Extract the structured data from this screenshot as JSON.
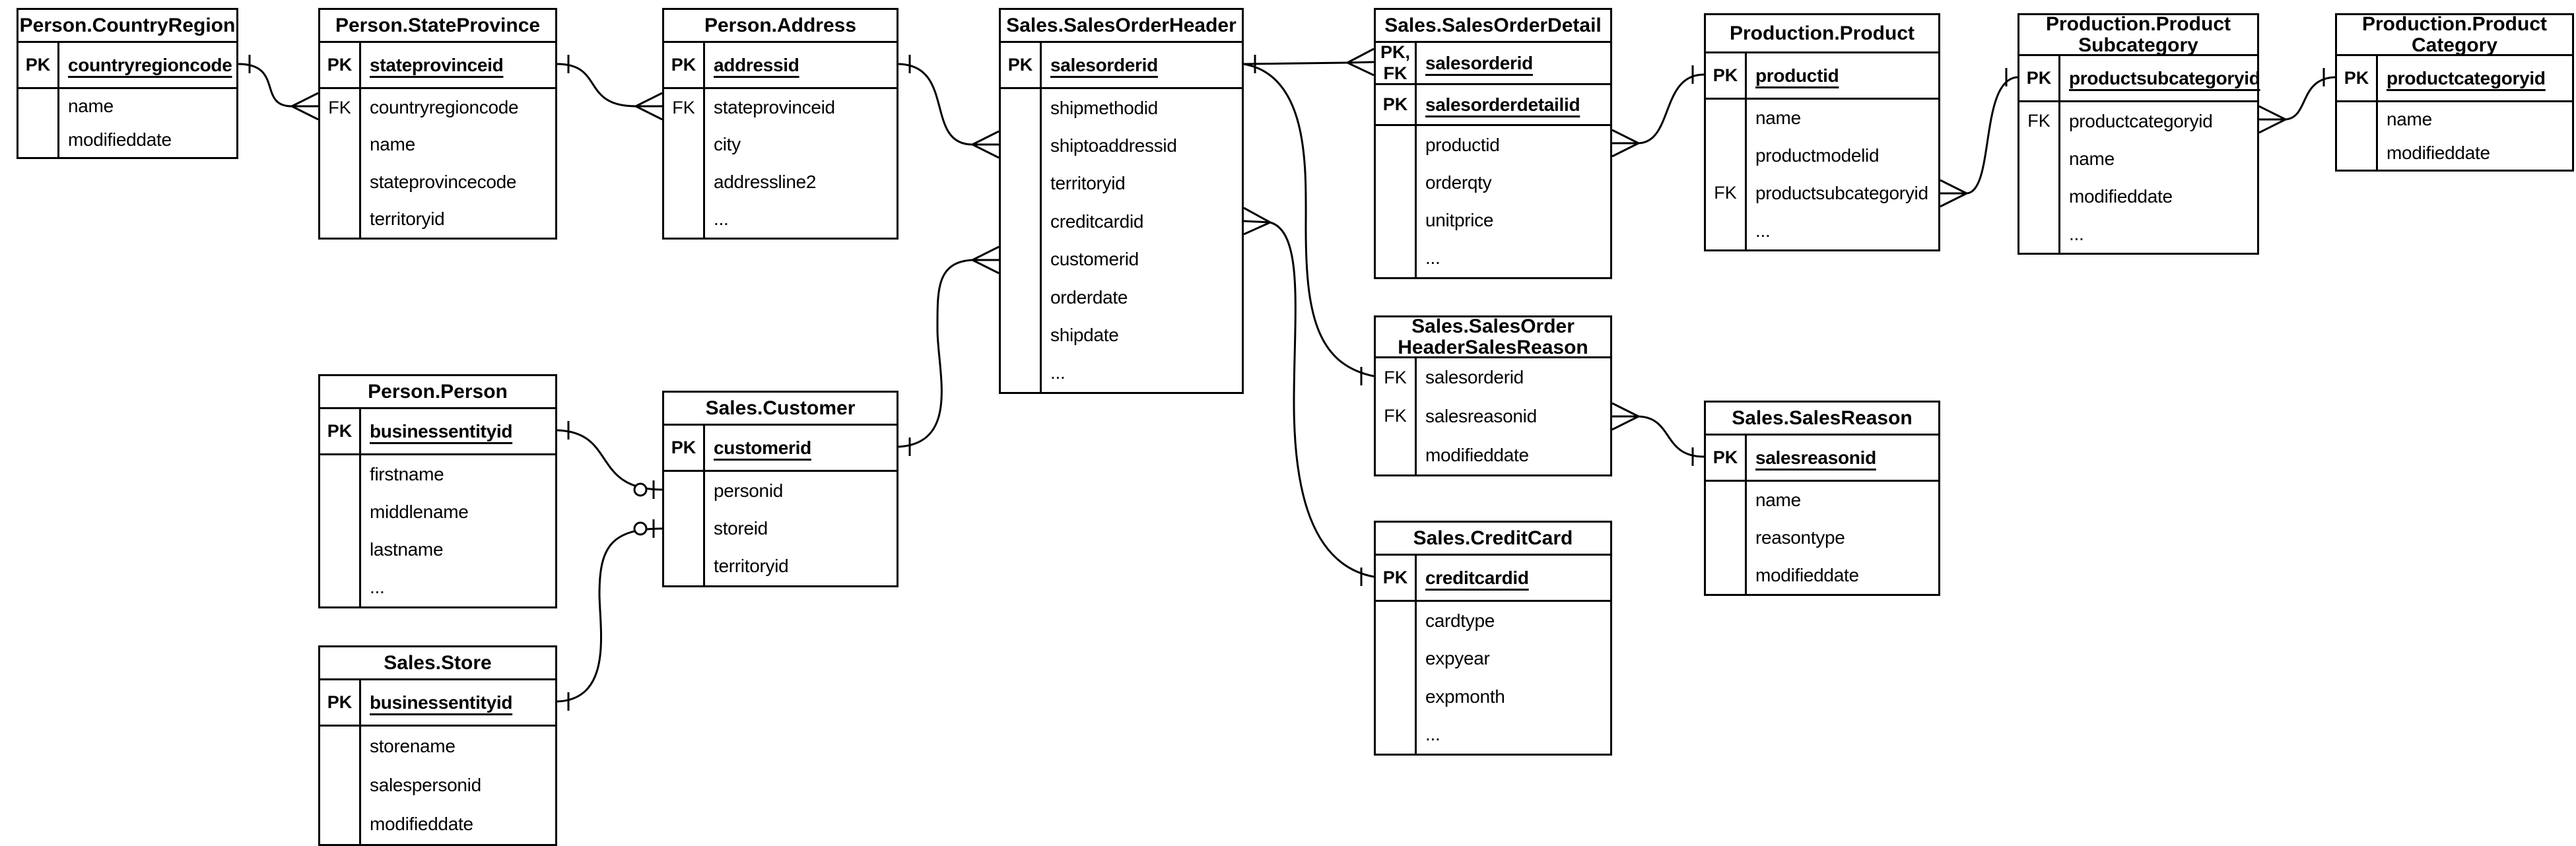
{
  "colors": {
    "background": "#ffffff",
    "line": "#000000",
    "text": "#000000"
  },
  "notation": "crow's-foot ERD",
  "entities": [
    {
      "title_line1": "Person.CountryRegion",
      "rows": [
        {
          "key": "PK",
          "name": "countryregioncode"
        },
        {
          "name": "name"
        },
        {
          "name": "modifieddate"
        }
      ]
    },
    {
      "title_line1": "Person.StateProvince",
      "rows": [
        {
          "key": "PK",
          "name": "stateprovinceid"
        },
        {
          "key": "FK",
          "name": "countryregioncode"
        },
        {
          "name": "name"
        },
        {
          "name": "stateprovincecode"
        },
        {
          "name": "territoryid"
        }
      ]
    },
    {
      "title_line1": "Person.Address",
      "rows": [
        {
          "key": "PK",
          "name": "addressid"
        },
        {
          "key": "FK",
          "name": "stateprovinceid"
        },
        {
          "name": "city"
        },
        {
          "name": "addressline2"
        },
        {
          "name": "..."
        }
      ]
    },
    {
      "title_line1": "Sales.SalesOrderHeader",
      "rows": [
        {
          "key": "PK",
          "name": "salesorderid"
        },
        {
          "name": "shipmethodid"
        },
        {
          "name": "shiptoaddressid"
        },
        {
          "name": "territoryid"
        },
        {
          "name": "creditcardid"
        },
        {
          "name": "customerid"
        },
        {
          "name": "orderdate"
        },
        {
          "name": "shipdate"
        },
        {
          "name": "..."
        }
      ]
    },
    {
      "title_line1": "Sales.SalesOrderDetail",
      "rows": [
        {
          "key": "PK, FK",
          "name": "salesorderid"
        },
        {
          "key": "PK",
          "name": "salesorderdetailid"
        },
        {
          "name": "productid"
        },
        {
          "name": "orderqty"
        },
        {
          "name": "unitprice"
        },
        {
          "name": "..."
        }
      ]
    },
    {
      "title_line1": "Production.Product",
      "rows": [
        {
          "key": "PK",
          "name": "productid"
        },
        {
          "name": "name"
        },
        {
          "name": "productmodelid"
        },
        {
          "key": "FK",
          "name": "productsubcategoryid"
        },
        {
          "name": "..."
        }
      ]
    },
    {
      "title_line1": "Production.Product",
      "title_line2": "Subcategory",
      "rows": [
        {
          "key": "PK",
          "name": "productsubcategoryid"
        },
        {
          "key": "FK",
          "name": "productcategoryid"
        },
        {
          "name": "name"
        },
        {
          "name": "modifieddate"
        },
        {
          "name": "..."
        }
      ]
    },
    {
      "title_line1": "Production.Product",
      "title_line2": "Category",
      "rows": [
        {
          "key": "PK",
          "name": "productcategoryid"
        },
        {
          "name": "name"
        },
        {
          "name": "modifieddate"
        }
      ]
    },
    {
      "title_line1": "Person.Person",
      "rows": [
        {
          "key": "PK",
          "name": "businessentityid"
        },
        {
          "name": "firstname"
        },
        {
          "name": "middlename"
        },
        {
          "name": "lastname"
        },
        {
          "name": "..."
        }
      ]
    },
    {
      "title_line1": "Sales.Customer",
      "rows": [
        {
          "key": "PK",
          "name": "customerid"
        },
        {
          "name": "personid"
        },
        {
          "name": "storeid"
        },
        {
          "name": "territoryid"
        }
      ]
    },
    {
      "title_line1": "Sales.SalesOrder",
      "title_line2": "HeaderSalesReason",
      "rows": [
        {
          "key": "FK",
          "name": "salesorderid"
        },
        {
          "key": "FK",
          "name": "salesreasonid"
        },
        {
          "name": "modifieddate"
        }
      ]
    },
    {
      "title_line1": "Sales.SalesReason",
      "rows": [
        {
          "key": "PK",
          "name": "salesreasonid"
        },
        {
          "name": "name"
        },
        {
          "name": "reasontype"
        },
        {
          "name": "modifieddate"
        }
      ]
    },
    {
      "title_line1": "Sales.Store",
      "rows": [
        {
          "key": "PK",
          "name": "businessentityid"
        },
        {
          "name": "storename"
        },
        {
          "name": "salespersonid"
        },
        {
          "name": "modifieddate"
        }
      ]
    },
    {
      "title_line1": "Sales.CreditCard",
      "rows": [
        {
          "key": "PK",
          "name": "creditcardid"
        },
        {
          "name": "cardtype"
        },
        {
          "name": "expyear"
        },
        {
          "name": "expmonth"
        },
        {
          "name": "..."
        }
      ]
    }
  ],
  "relationships": [
    {
      "from": "Person.CountryRegion.countryregioncode",
      "from_end": "one",
      "to": "Person.StateProvince.countryregioncode",
      "to_end": "many"
    },
    {
      "from": "Person.StateProvince.stateprovinceid",
      "from_end": "one",
      "to": "Person.Address.stateprovinceid",
      "to_end": "many"
    },
    {
      "from": "Person.Address.addressid",
      "from_end": "one",
      "to": "Sales.SalesOrderHeader.shiptoaddressid",
      "to_end": "many"
    },
    {
      "from": "Sales.Customer.customerid",
      "from_end": "one",
      "to": "Sales.SalesOrderHeader.customerid",
      "to_end": "many"
    },
    {
      "from": "Sales.SalesOrderHeader.salesorderid",
      "from_end": "one",
      "to": "Sales.SalesOrderDetail.salesorderid",
      "to_end": "many"
    },
    {
      "from": "Sales.SalesOrderHeader.salesorderid",
      "from_end": "one",
      "to": "Sales.SalesOrderHeaderSalesReason.salesorderid",
      "to_end": "one"
    },
    {
      "from": "Sales.CreditCard.creditcardid",
      "from_end": "one",
      "to": "Sales.SalesOrderHeader.creditcardid",
      "to_end": "many"
    },
    {
      "from": "Production.Product.productid",
      "from_end": "one",
      "to": "Sales.SalesOrderDetail.productid",
      "to_end": "many"
    },
    {
      "from": "Production.ProductSubcategory.productsubcategoryid",
      "from_end": "one",
      "to": "Production.Product.productsubcategoryid",
      "to_end": "many"
    },
    {
      "from": "Production.ProductCategory.productcategoryid",
      "from_end": "one",
      "to": "Production.ProductSubcategory.productcategoryid",
      "to_end": "many"
    },
    {
      "from": "Sales.SalesReason.salesreasonid",
      "from_end": "one",
      "to": "Sales.SalesOrderHeaderSalesReason.salesreasonid",
      "to_end": "many"
    },
    {
      "from": "Person.Person.businessentityid",
      "from_end": "one",
      "to": "Sales.Customer.personid",
      "to_end": "zero-or-one"
    },
    {
      "from": "Sales.Store.businessentityid",
      "from_end": "one",
      "to": "Sales.Customer.storeid",
      "to_end": "zero-or-one"
    }
  ]
}
